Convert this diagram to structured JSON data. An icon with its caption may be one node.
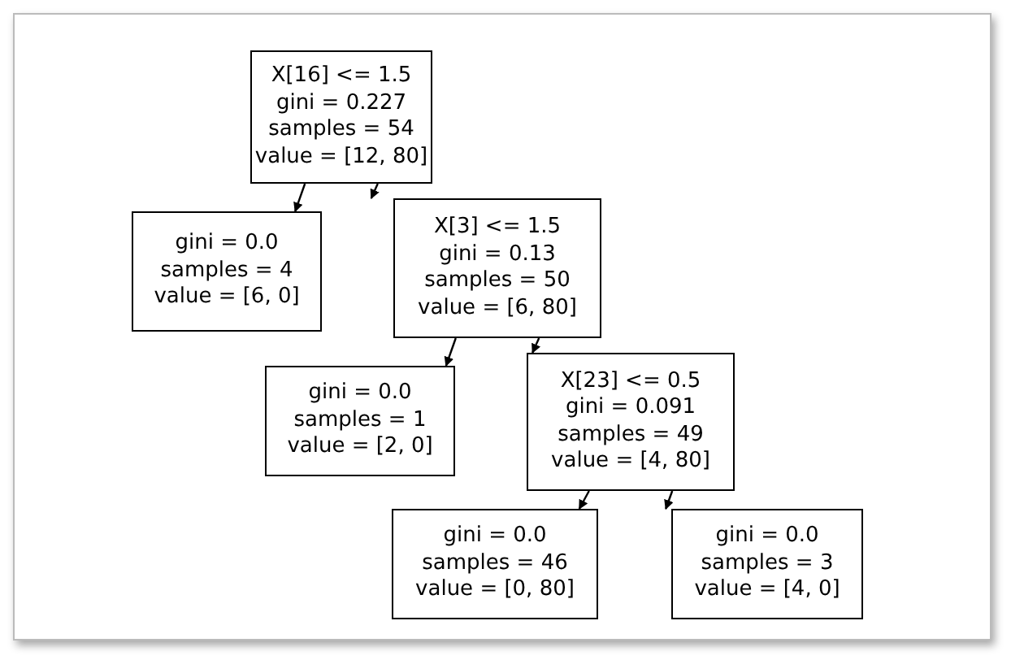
{
  "diagram": {
    "nodes": [
      {
        "text": [
          "X[16] <= 1.5",
          "gini = 0.227",
          "samples = 54",
          "value = [12, 80]"
        ]
      },
      {
        "text": [
          "gini = 0.0",
          "samples = 4",
          "value = [6, 0]"
        ]
      },
      {
        "text": [
          "X[3] <= 1.5",
          "gini = 0.13",
          "samples = 50",
          "value = [6, 80]"
        ]
      },
      {
        "text": [
          "gini = 0.0",
          "samples = 1",
          "value = [2, 0]"
        ]
      },
      {
        "text": [
          "X[23] <= 0.5",
          "gini = 0.091",
          "samples = 49",
          "value = [4, 80]"
        ]
      },
      {
        "text": [
          "gini = 0.0",
          "samples = 46",
          "value = [0, 80]"
        ]
      },
      {
        "text": [
          "gini = 0.0",
          "samples = 3",
          "value = [4, 0]"
        ]
      }
    ],
    "edges": [
      {
        "from": 0,
        "to": 1,
        "arrow": "to"
      },
      {
        "from": 0,
        "to": 2,
        "arrow": "to"
      },
      {
        "from": 2,
        "to": 3,
        "arrow": "to"
      },
      {
        "from": 2,
        "to": 4,
        "arrow": "to"
      },
      {
        "from": 4,
        "to": 5,
        "arrow": "to"
      },
      {
        "from": 4,
        "to": 6,
        "arrow": "to"
      }
    ]
  }
}
